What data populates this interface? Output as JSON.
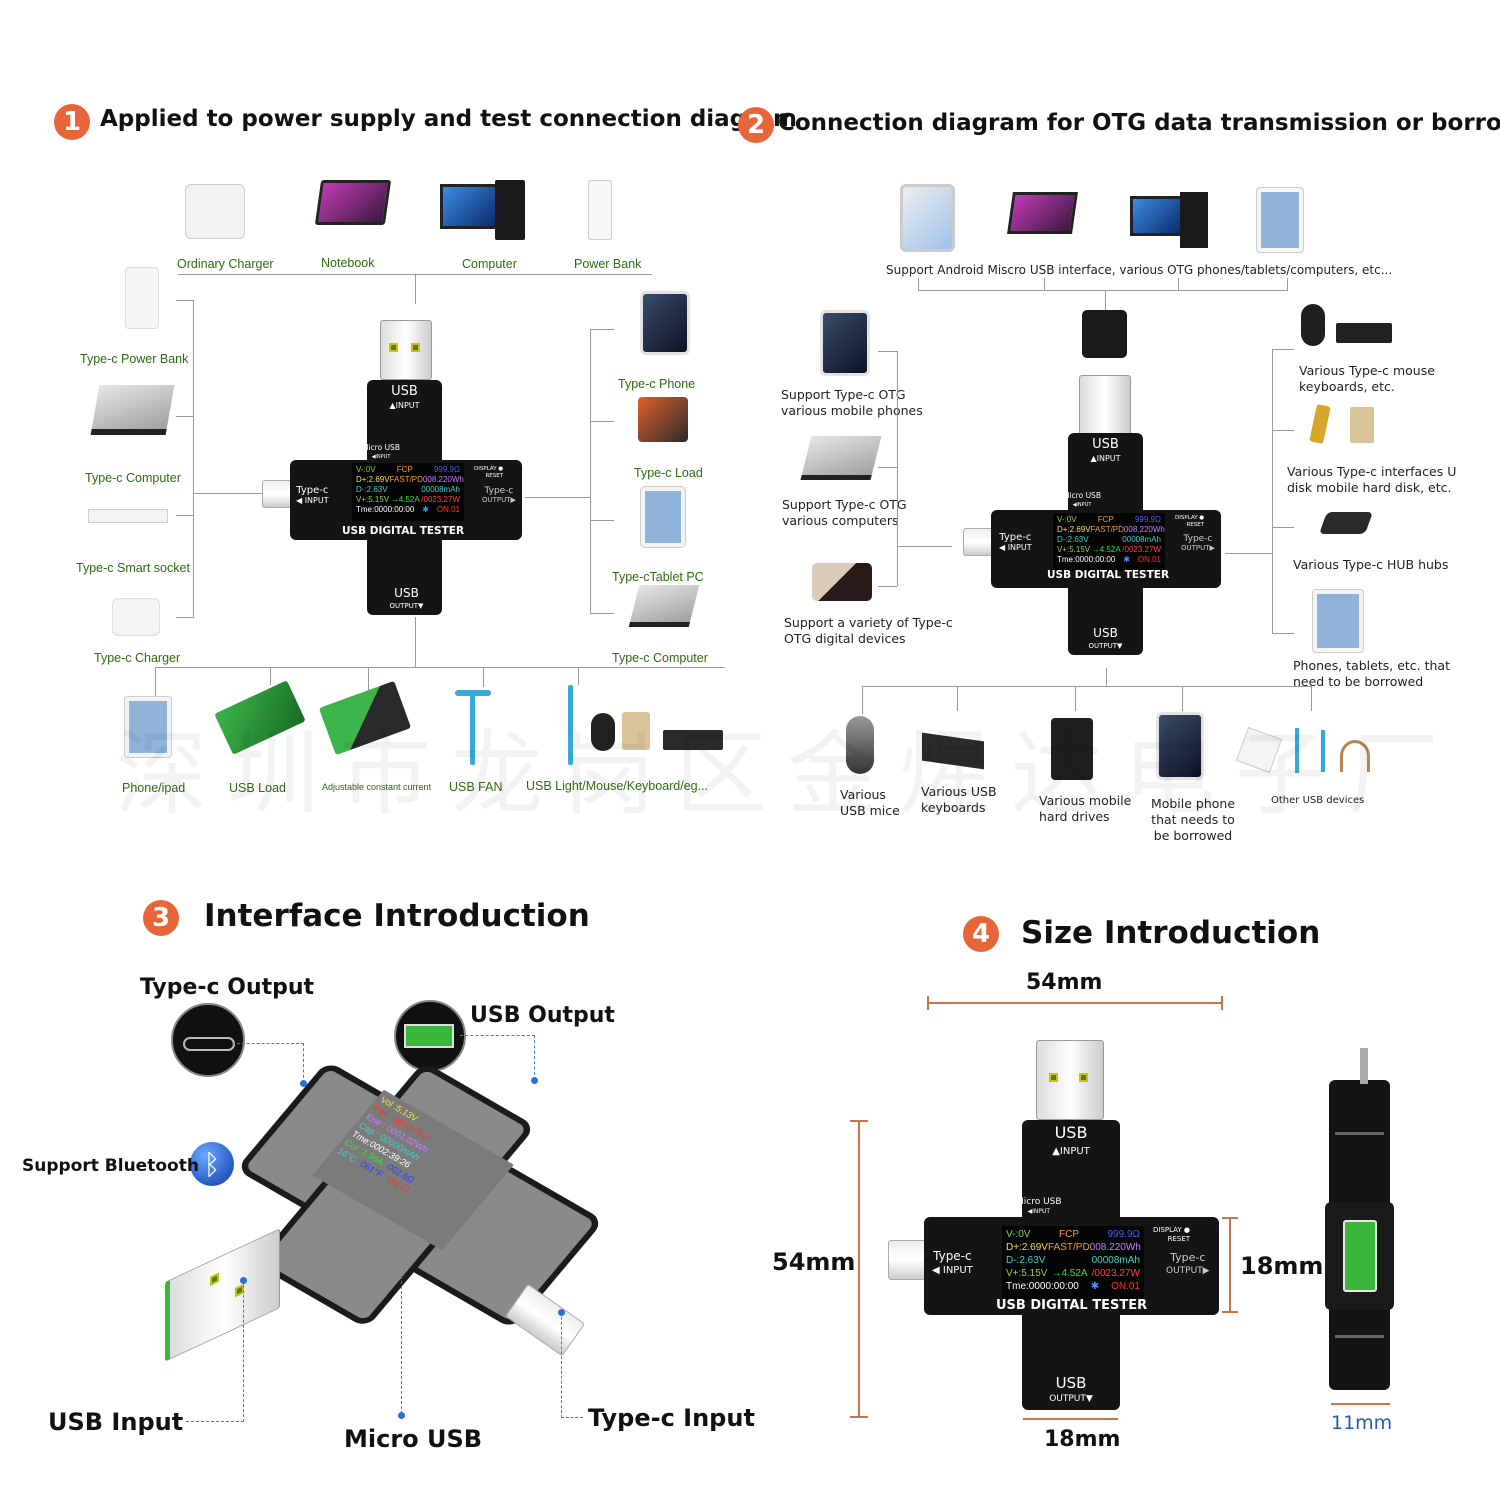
{
  "sections": {
    "s1": {
      "number": "1",
      "title": "Applied to power supply and test connection diagram"
    },
    "s2": {
      "number": "2",
      "title": "Connection diagram for OTG data transmission or borrowing"
    },
    "s3": {
      "number": "3",
      "title": "Interface Introduction"
    },
    "s4": {
      "number": "4",
      "title": "Size Introduction"
    }
  },
  "diagram1": {
    "top_sources": [
      "Ordinary Charger",
      "Notebook",
      "Computer",
      "Power Bank"
    ],
    "left_devices": [
      "Type-c Power Bank",
      "Type-c Computer",
      "Type-c Smart socket",
      "Type-c Charger"
    ],
    "right_devices": [
      "Type-c Phone",
      "Type-c Load",
      "Type-cTablet PC",
      "Type-c Computer"
    ],
    "bottom_loads": [
      "Phone/ipad",
      "USB Load",
      "Adjustable constant current",
      "USB FAN",
      "USB Light/Mouse/Keyboard/eg..."
    ]
  },
  "diagram2": {
    "top_caption": "Support Android Miscro USB interface, various OTG phones/tablets/computers, etc...",
    "left_devices": [
      "Support Type-c OTG various mobile phones",
      "Support Type-c OTG various computers",
      "Support a variety of Type-c OTG digital devices"
    ],
    "right_devices": [
      "Various Type-c mouse keyboards, etc.",
      "Various Type-c interfaces U disk mobile hard disk, etc.",
      "Various Type-c HUB hubs",
      "Phones, tablets, etc. that need to be borrowed"
    ],
    "bottom_devices": [
      "Various USB mice",
      "Various USB keyboards",
      "Various mobile hard drives",
      "Mobile phone that needs to be borrowed",
      "Other USB devices"
    ]
  },
  "tester": {
    "usb_in_1": "USB",
    "usb_in_2": "▲INPUT",
    "micro_1": "Micro USB",
    "micro_2": "◀INPUT",
    "typec_in_1": "Type-c",
    "typec_in_2": "◀ INPUT",
    "typec_out_1": "Type-c",
    "typec_out_2": "OUTPUT▶",
    "display": "DISPLAY ●",
    "reset": "RESET",
    "usb_out_1": "USB",
    "usb_out_2": "OUTPUT▼",
    "brand": "USB DIGITAL TESTER",
    "screen": {
      "r1l": "V-:0V",
      "r1m": "FCP",
      "r1r": "999.9Ω",
      "r2l": "D+:2.69V",
      "r2m": "FAST/PD",
      "r2r": "008.220Wh",
      "r3l": "D-:2.63V",
      "r3r": "00008mAh",
      "r4l": "V+:5.15V",
      "r4m": "→4.52A",
      "r4r": "/0023.27W",
      "r5l": "Tme:0000:00:00",
      "r5m": "✱",
      "r5r": "ON.01"
    },
    "screen_colors": {
      "v": "#8fd14f",
      "fcp": "#f39a3a",
      "ohm": "#4a5bff",
      "wh": "#c77dff",
      "mah": "#40d0c8",
      "amp": "#3ddc3d",
      "watt": "#ff4040",
      "time": "#ffffff",
      "on": "#ff3030",
      "dplus": "#f5e04a"
    }
  },
  "interface": {
    "typec_output": "Type-c Output",
    "usb_output": "USB Output",
    "bluetooth": "Support Bluetooth",
    "usb_input": "USB Input",
    "micro_usb": "Micro USB",
    "typec_input": "Type-c Input",
    "angled_screen": {
      "vol": "Vol :5.13V",
      "pwr": "Pwr : 0010.05V",
      "ene": "Ene : 0001.02Wh",
      "cap": "Cap : 00000mAh",
      "tme": "Tme:0002:39:26",
      "cur": "Cur :1.96A",
      "res": "002.6Ω",
      "tc": "16°C",
      "tf": "061°F",
      "on": "ON.01"
    }
  },
  "size": {
    "width_top": "54mm",
    "height_left": "54mm",
    "arm_height": "18mm",
    "arm_width": "18mm",
    "thickness": "11mm"
  },
  "watermark": "深圳市龙岗区金煋达电子厂",
  "colors": {
    "accent": "#e8653a",
    "label_green": "#2f6b12",
    "callout_blue": "#2a6fd6",
    "dimension": "#c9744a",
    "thickness_label": "#1f5fb0"
  }
}
